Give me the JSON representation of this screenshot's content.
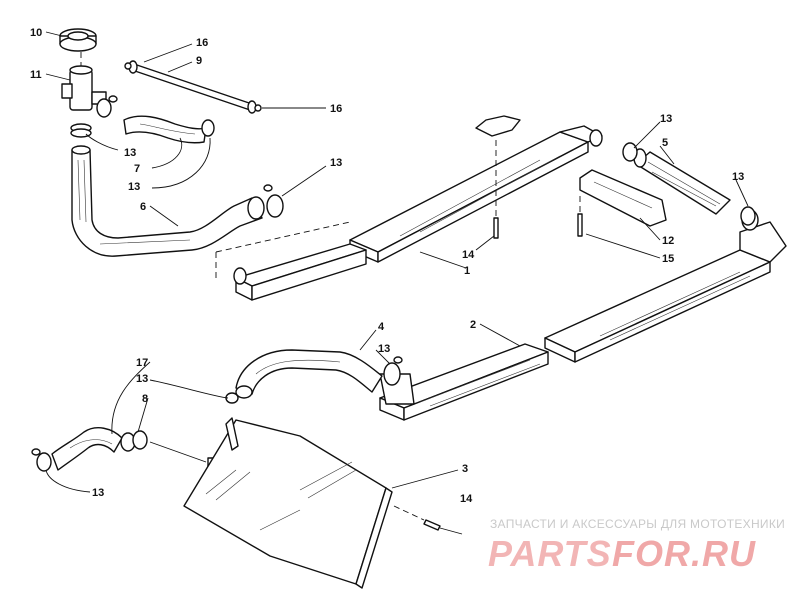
{
  "callouts": {
    "c10": "10",
    "c11": "11",
    "c16a": "16",
    "c9": "9",
    "c16b": "16",
    "c13a": "13",
    "c7": "7",
    "c13b": "13",
    "c13c": "13",
    "c6": "6",
    "c13d": "13",
    "c5": "5",
    "c13e": "13",
    "c14a": "14",
    "c1": "1",
    "c12": "12",
    "c15": "15",
    "c2": "2",
    "c4": "4",
    "c13f": "13",
    "c17": "17",
    "c13g": "13",
    "c8": "8",
    "c13h": "13",
    "c3": "3",
    "c14b": "14"
  },
  "watermark": {
    "subtitle": "ЗАПЧАСТИ И АКСЕССУАРЫ ДЛЯ МОТОТЕХНИКИ",
    "logo_left": "PARTS",
    "logo_right": "FOR.RU",
    "colors": {
      "left": "#f2b5b5",
      "right": "#f0a8a8"
    }
  }
}
